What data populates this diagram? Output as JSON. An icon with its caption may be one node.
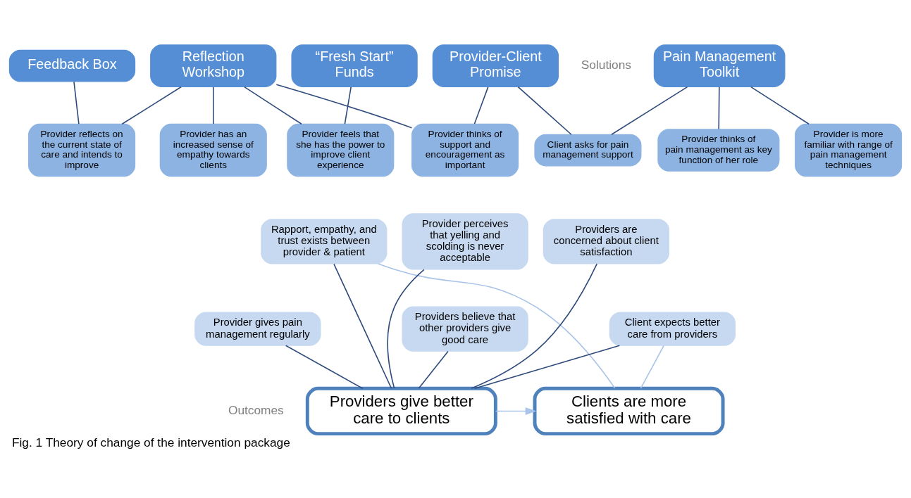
{
  "diagram": {
    "caption": "Fig. 1 Theory of change of the intervention package",
    "nodes": [
      {
        "text": [
          "Pain Management Toolkit"
        ]
      },
      {
        "text": [
          "Provider-Client Promise"
        ]
      },
      {
        "text": [
          "Feedback Box"
        ]
      },
      {
        "text": [
          "Reflection Workshop"
        ]
      },
      {
        "text": [
          "“Fresh Start” Funds"
        ]
      },
      {
        "text": [
          "Provider is more familiar with range of pain management techniques"
        ]
      },
      {
        "text": [
          "Provider thinks of pain management as key function of her role"
        ]
      },
      {
        "text": [
          "Client asks for pain management support"
        ]
      },
      {
        "text": [
          "Provider thinks of support and encouragement as important"
        ]
      },
      {
        "text": [
          "Provider reflects on the current state of care and intends to improve"
        ]
      },
      {
        "text": [
          "Provider has an increased sense of empathy towards clients"
        ]
      },
      {
        "text": [
          "Provider feels that she has the power to improve client experience"
        ]
      },
      {
        "text": [
          "Rapport, empathy, and trust exists between provider & patient"
        ]
      },
      {
        "text": [
          "Provider gives pain management regularly"
        ]
      },
      {
        "text": [
          "Provider perceives that yelling and scolding is never acceptable"
        ]
      },
      {
        "text": [
          "Providers believe that other providers give good care"
        ]
      },
      {
        "text": [
          "Providers are concerned about client satisfaction"
        ]
      },
      {
        "text": [
          "Client expects better care from providers"
        ]
      },
      {
        "text": [
          "Providers give better care to clients"
        ]
      },
      {
        "text": [
          "Clients are more satisfied with care"
        ]
      }
    ],
    "edges": [
      {
        "from": 0,
        "to": 5,
        "arrow": "none"
      },
      {
        "from": 0,
        "to": 6,
        "arrow": "none"
      },
      {
        "from": 0,
        "to": 7,
        "arrow": "none"
      },
      {
        "from": 1,
        "to": 7,
        "arrow": "none"
      },
      {
        "from": 1,
        "to": 8,
        "arrow": "none"
      },
      {
        "from": 2,
        "to": 9,
        "arrow": "none"
      },
      {
        "from": 3,
        "to": 8,
        "arrow": "none"
      },
      {
        "from": 3,
        "to": 9,
        "arrow": "none"
      },
      {
        "from": 3,
        "to": 10,
        "arrow": "none"
      },
      {
        "from": 3,
        "to": 11,
        "arrow": "none"
      },
      {
        "from": 4,
        "to": 11,
        "arrow": "none"
      },
      {
        "from": 12,
        "to": 18,
        "arrow": "none"
      },
      {
        "from": 13,
        "to": 18,
        "arrow": "none"
      },
      {
        "from": 14,
        "to": 18,
        "arrow": "none"
      },
      {
        "from": 15,
        "to": 18,
        "arrow": "none"
      },
      {
        "from": 16,
        "to": 18,
        "arrow": "none"
      },
      {
        "from": 17,
        "to": 18,
        "arrow": "none"
      },
      {
        "from": 12,
        "to": 19,
        "arrow": "none",
        "color": "#a9c4e8"
      },
      {
        "from": 17,
        "to": 19,
        "arrow": "none",
        "color": "#a9c4e8"
      },
      {
        "from": 18,
        "to": 19,
        "arrow": "to",
        "color": "#a9c4e8"
      }
    ],
    "labels": [
      "Solutions",
      "Outcomes"
    ]
  }
}
